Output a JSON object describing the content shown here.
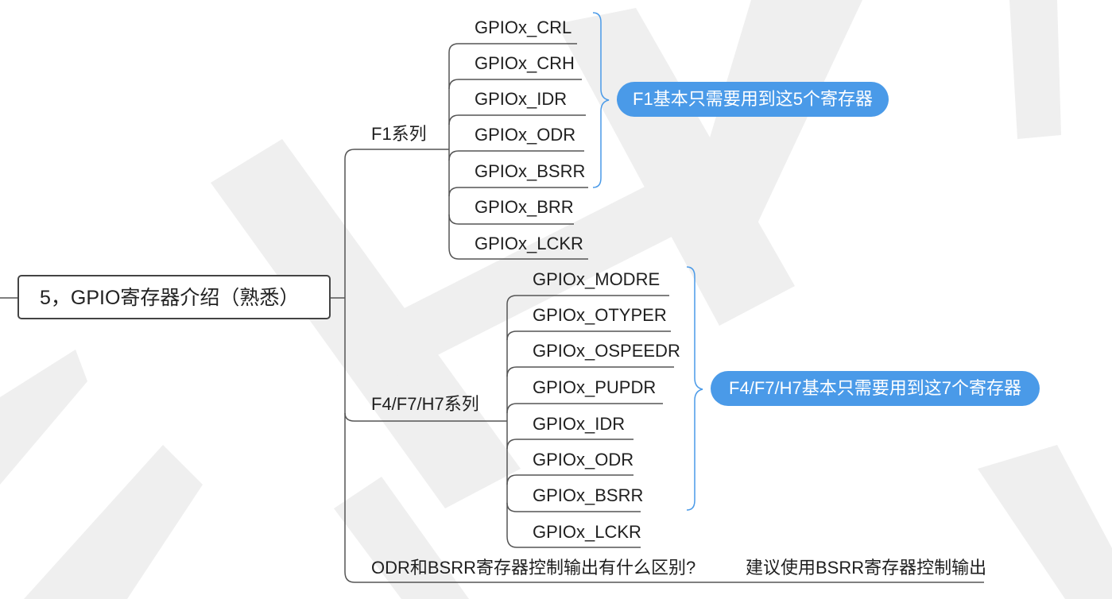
{
  "root": {
    "label": "5，GPIO寄存器介绍（熟悉）"
  },
  "branches": {
    "f1": {
      "label": "F1系列",
      "registers": [
        "GPIOx_CRL",
        "GPIOx_CRH",
        "GPIOx_IDR",
        "GPIOx_ODR",
        "GPIOx_BSRR",
        "GPIOx_BRR",
        "GPIOx_LCKR"
      ],
      "summary": "F1基本只需要用到这5个寄存器"
    },
    "f4f7h7": {
      "label": "F4/F7/H7系列",
      "registers": [
        "GPIOx_MODRE",
        "GPIOx_OTYPER",
        "GPIOx_OSPEEDR",
        "GPIOx_PUPDR",
        "GPIOx_IDR",
        "GPIOx_ODR",
        "GPIOx_BSRR",
        "GPIOx_LCKR"
      ],
      "summary": "F4/F7/H7基本只需要用到这7个寄存器"
    },
    "question": {
      "label": "ODR和BSRR寄存器控制输出有什么区别?",
      "answer": "建议使用BSRR寄存器控制输出"
    }
  },
  "colors": {
    "line": "#555555",
    "bracket": "#4a9ae8",
    "callout_bg": "#4a9ae8",
    "callout_text": "#ffffff",
    "watermark": "#efefef"
  }
}
